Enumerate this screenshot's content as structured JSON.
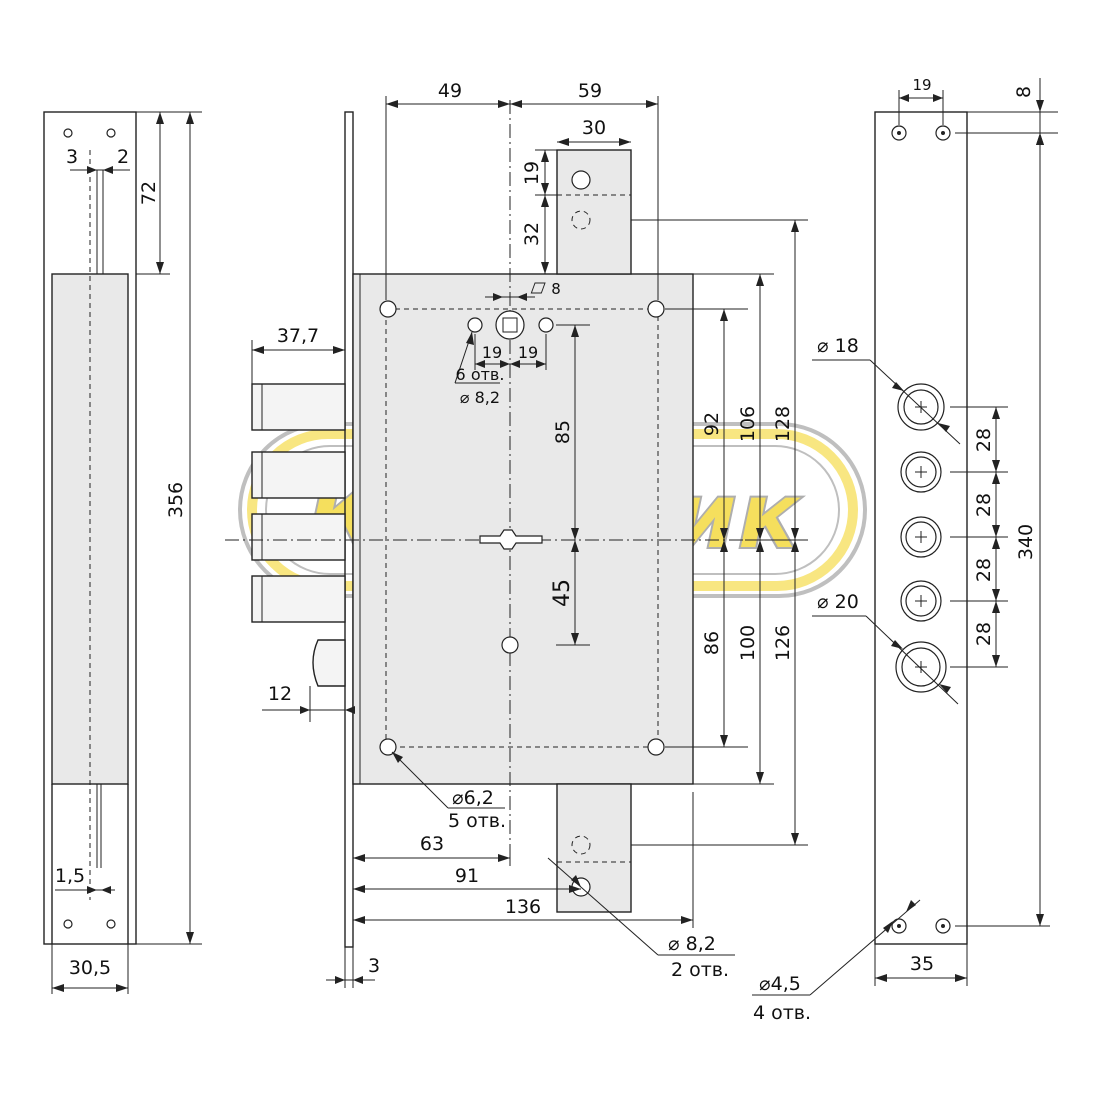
{
  "watermark": {
    "text": "Ключник",
    "color": "#f2d21a",
    "outline": "#8c8c8c"
  },
  "colors": {
    "line": "#222222",
    "fill": "#e9e9e9",
    "background": "#ffffff"
  },
  "left_view": {
    "height_label": "356",
    "top_offset_label": "72",
    "width_label": "30,5",
    "slot_left_label": "3",
    "slot_right_label": "2",
    "bottom_slot_label": "1,5"
  },
  "center_view": {
    "top_left_label": "49",
    "top_right_label": "59",
    "top_bar_width_label": "30",
    "top_hole_label": "19",
    "top_bar_label": "32",
    "square_label": "8",
    "spindle_left_label": "19",
    "spindle_right_label": "19",
    "spindle_holes_count_label": "6 отв.",
    "spindle_holes_diameter_label": "⌀ 8,2",
    "bolt_reach_label": "37,7",
    "spindle_to_key_label": "85",
    "key_to_lower_label": "45",
    "up_92_label": "92",
    "up_106_label": "106",
    "up_128_label": "128",
    "down_86_label": "86",
    "down_100_label": "100",
    "down_126_label": "126",
    "latch_label": "12",
    "body_holes_diameter_label": "⌀6,2",
    "body_holes_count_label": "5 отв.",
    "offset_63_label": "63",
    "offset_91_label": "91",
    "offset_136_label": "136",
    "plate_thickness_label": "3",
    "bar_holes_diameter_label": "⌀ 8,2",
    "bar_holes_count_label": "2 отв."
  },
  "right_view": {
    "top_spacing_label": "19",
    "top_offset_label": "8",
    "total_label": "340",
    "width_label": "35",
    "upper_bolt_diameter_label": "⌀ 18",
    "lower_bolt_diameter_label": "⌀ 20",
    "pitches": [
      "28",
      "28",
      "28",
      "28"
    ],
    "screw_diameter_label": "⌀4,5",
    "screw_count_label": "4 отв."
  }
}
